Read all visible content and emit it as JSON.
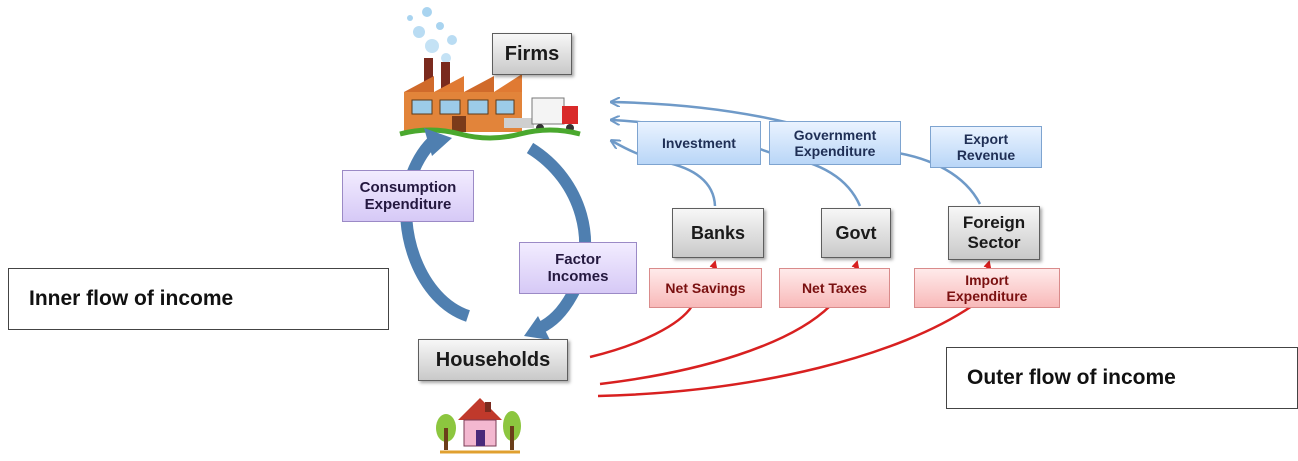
{
  "colors": {
    "inner_arrow": "#4f7fb0",
    "blue_line": "#6f9ac8",
    "red_line": "#d82020"
  },
  "icons": [
    "factory-icon",
    "houses-icon"
  ],
  "nodes": {
    "firms": "Firms",
    "households": "Households",
    "banks": "Banks",
    "govt": "Govt",
    "foreign": "Foreign\nSector"
  },
  "injections": {
    "investment": "Investment",
    "government": "Government\nExpenditure",
    "export": "Export\nRevenue"
  },
  "leakages": {
    "savings": "Net Savings",
    "taxes": "Net Taxes",
    "imports": "Import\nExpenditure"
  },
  "inner_flows": {
    "consumption": "Consumption\nExpenditure",
    "factor": "Factor\nIncomes"
  },
  "notes": {
    "inner": "Inner flow of income",
    "outer": "Outer flow of income"
  }
}
